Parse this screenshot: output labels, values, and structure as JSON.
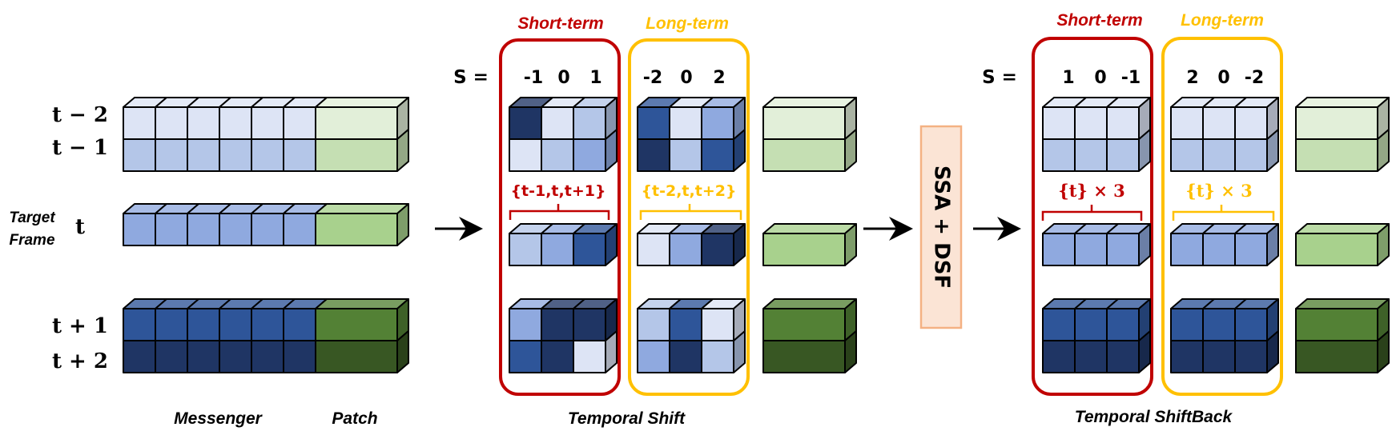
{
  "colors": {
    "blue_lightest": "#DDE4F5",
    "blue_light": "#B4C6E8",
    "blue_mid": "#8FA9DF",
    "blue_dark": "#2E5599",
    "blue_darkest": "#1F3564",
    "green_lightest": "#E2EFD9",
    "green_light": "#C5DFB3",
    "green_mid": "#A8D18D",
    "green_dark": "#538135",
    "green_darkest": "#385723",
    "short_term": "#C00000",
    "long_term": "#FFC000",
    "ssa_fill": "#FBE4D5",
    "ssa_border": "#F4B183"
  },
  "left": {
    "rows": [
      "t − 2",
      "t − 1",
      "t",
      "t + 1",
      "t + 2"
    ],
    "target_label_line1": "Target",
    "target_label_line2": "Frame",
    "messenger_label": "Messenger",
    "patch_label": "Patch"
  },
  "shift": {
    "s_label": "S =",
    "short_title": "Short-term",
    "long_title": "Long-term",
    "short_values": [
      "-1",
      "0",
      "1"
    ],
    "long_values": [
      "-2",
      "0",
      "2"
    ],
    "short_brace": "{t-1,t,t+1}",
    "long_brace": "{t-2,t,t+2}",
    "caption": "Temporal Shift"
  },
  "ssa": {
    "label": "SSA + DSF"
  },
  "shiftback": {
    "s_label": "S =",
    "short_title": "Short-term",
    "long_title": "Long-term",
    "short_values": [
      "1",
      "0",
      "-1"
    ],
    "long_values": [
      "2",
      "0",
      "-2"
    ],
    "short_brace": "{t} × 3",
    "long_brace": "{t} × 3",
    "caption": "Temporal ShiftBack"
  }
}
